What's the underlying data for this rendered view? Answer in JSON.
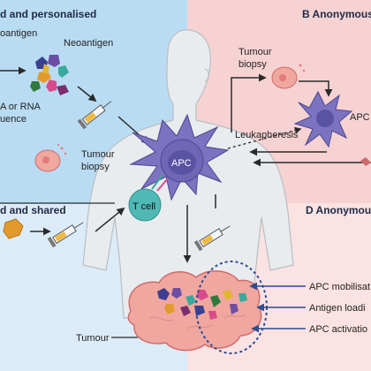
{
  "panels": {
    "a_title": "d and personalised",
    "b_title": "B  Anonymous",
    "c_title": "d and shared",
    "d_title": "D  Anonymous"
  },
  "labels": {
    "neoantigen_left": "oantigen",
    "neoantigen": "Neoantigen",
    "dna_rna_line1": "A or RNA",
    "dna_rna_line2": "uence",
    "tumour_biopsy_a_line1": "Tumour",
    "tumour_biopsy_a_line2": "biopsy",
    "tumour_biopsy_b_line1": "Tumour",
    "tumour_biopsy_b_line2": "biopsy",
    "leukapheresis": "Leukapheresis",
    "apc_center": "APC",
    "apc_right": "APC",
    "t_cell": "T cell",
    "tumour": "Tumour",
    "apc_mobilisation": "APC mobilisat",
    "antigen_loading": "Antigen loadi",
    "apc_activation": "APC activatio"
  },
  "colors": {
    "panel_a": "#b9dcf3",
    "panel_b": "#f6d2d3",
    "panel_c": "#dcebf8",
    "panel_d": "#fae3e2",
    "body": "#e9ecee",
    "body_stroke": "#b9bec4",
    "apc": "#7b73bf",
    "apc_dark": "#4e4791",
    "t_cell": "#4fb9b6",
    "tumour": "#f0a7a0",
    "tumour_stroke": "#d06b6a",
    "arrow": "#2a2a2a",
    "dotted_oval": "#2c4c93",
    "title": "#1f2a44"
  }
}
